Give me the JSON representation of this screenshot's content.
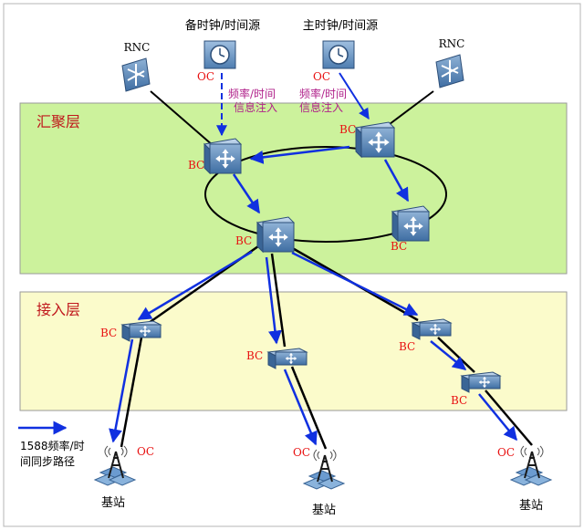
{
  "layers": {
    "aggregation": "汇聚层",
    "access": "接入层"
  },
  "clocks": {
    "backup": "备时钟/时间源",
    "master": "主时钟/时间源",
    "backup_oc": "OC",
    "master_oc": "OC"
  },
  "rnc": {
    "left": "RNC",
    "right": "RNC"
  },
  "injection": {
    "left_line1": "频率/时间",
    "left_line2": "信息注入",
    "right_line1": "频率/时间",
    "right_line2": "信息注入"
  },
  "node_labels": {
    "bc_master": "BC",
    "bc_left": "BC",
    "bc_center": "BC",
    "bc_right": "BC",
    "bc_access_left": "BC",
    "bc_access_mid": "BC",
    "bc_access_right1": "BC",
    "bc_access_right2": "BC"
  },
  "base_stations": {
    "left_label": "基站",
    "mid_label": "基站",
    "right_label": "基站",
    "left_oc": "OC",
    "mid_oc": "OC",
    "right_oc": "OC"
  },
  "legend": {
    "line1": "1588频率/时",
    "line2": "间同步路径"
  },
  "colors": {
    "aggregation_fill": "#ccf29c",
    "access_fill": "#fbfbcb",
    "sync_path": "#1030e0",
    "oc_text": "#e81010",
    "inject_text": "#b0208a",
    "layer_text": "#c0181c"
  }
}
